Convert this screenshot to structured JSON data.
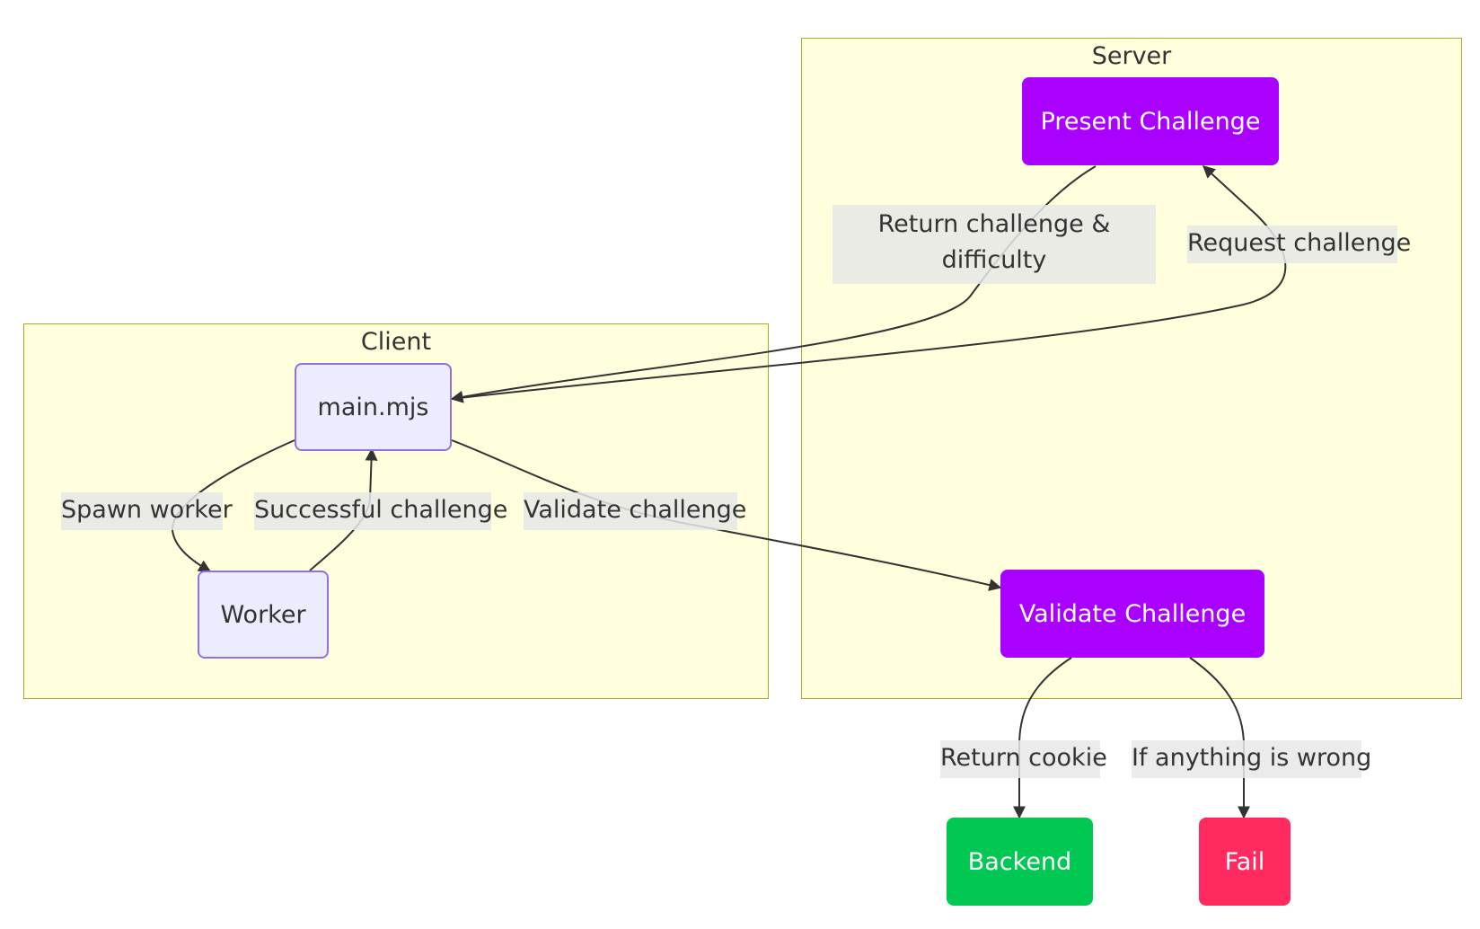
{
  "clusters": {
    "server": {
      "title": "Server"
    },
    "client": {
      "title": "Client"
    }
  },
  "nodes": {
    "present_challenge": "Present Challenge",
    "validate_challenge": "Validate Challenge",
    "main_mjs": "main.mjs",
    "worker": "Worker",
    "backend": "Backend",
    "fail": "Fail"
  },
  "edges": {
    "return_challenge": {
      "line1": "Return challenge &",
      "line2": "difficulty"
    },
    "request_challenge": "Request challenge",
    "spawn_worker": "Spawn worker",
    "successful_challenge": "Successful challenge",
    "validate_challenge": "Validate challenge",
    "return_cookie": "Return cookie",
    "if_wrong": "If anything is wrong"
  },
  "colors": {
    "cluster_fill": "#ffffde",
    "cluster_border": "#aaaa33",
    "node_default_fill": "#ececff",
    "node_default_border": "#9370db",
    "server_node_fill": "#aa00ff",
    "backend_fill": "#00c853",
    "fail_fill": "#ff2a5f",
    "edge_stroke": "#333333",
    "label_bg": "#e8e8e8"
  }
}
